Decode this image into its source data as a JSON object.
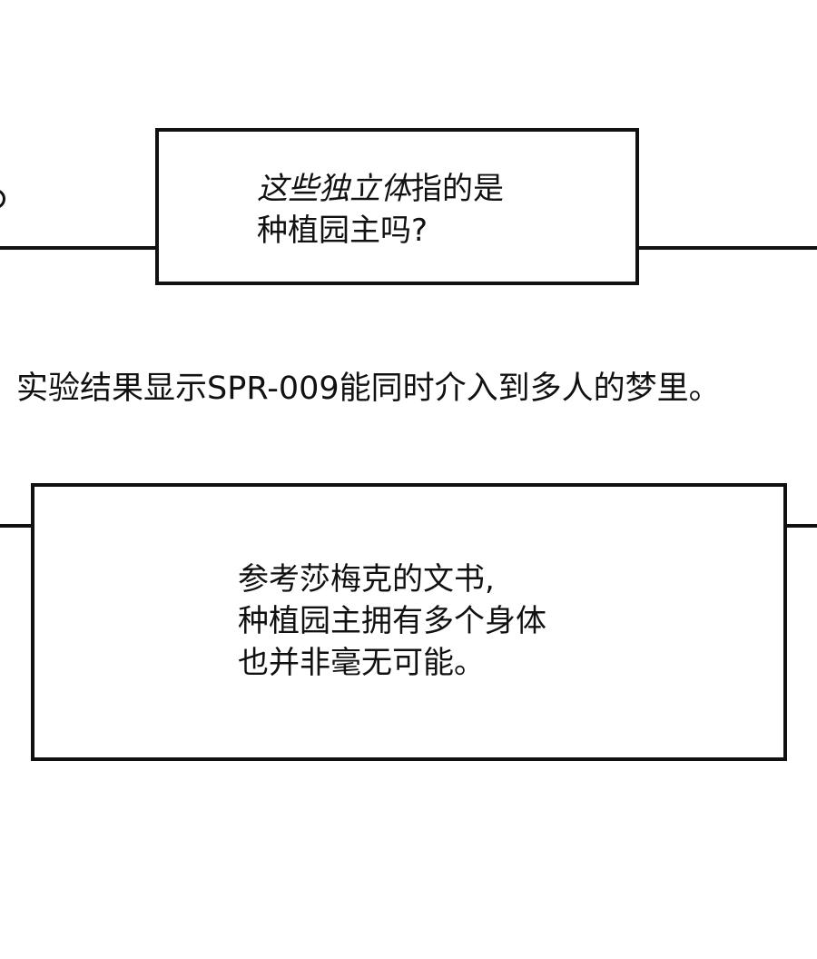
{
  "panel_top": {
    "text_italic": "这些独立体",
    "text_rest": "指的是",
    "line2": "种植园主吗?"
  },
  "caption": "实验结果显示SPR-009能同时介入到多人的梦里。",
  "panel_bottom": {
    "line1": "参考莎梅克的文书,",
    "line2": "种植园主拥有多个身体",
    "line3": "也并非毫无可能。"
  }
}
